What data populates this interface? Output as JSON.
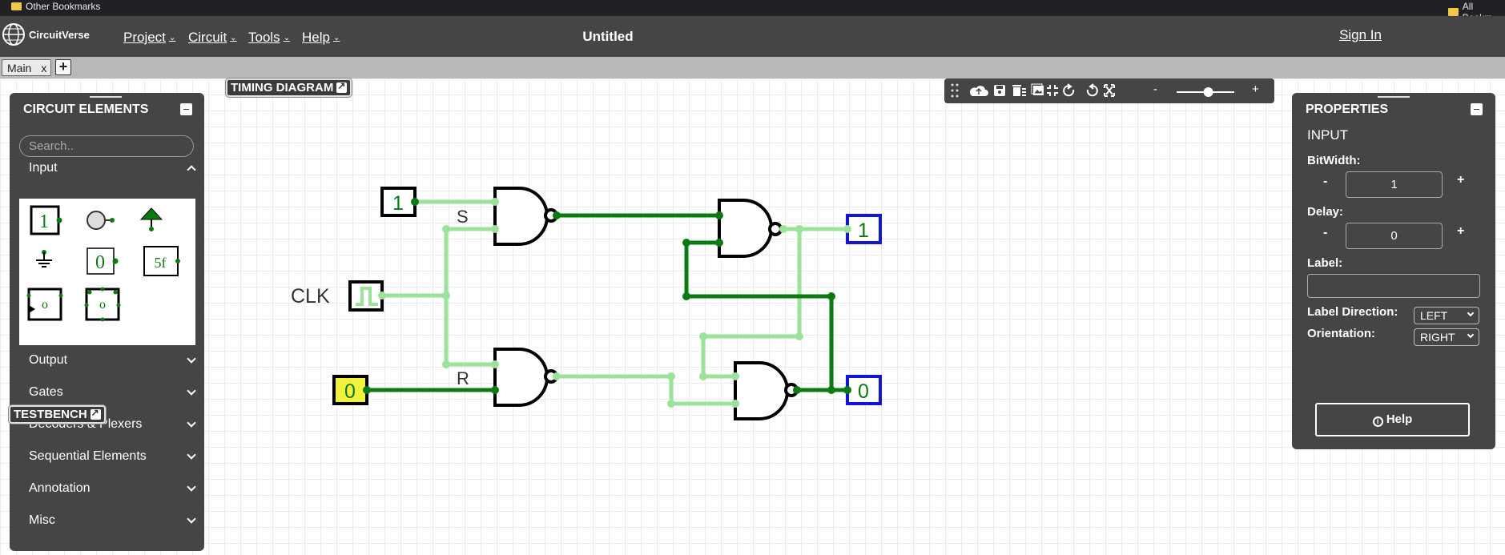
{
  "browser": {
    "bookmark_left": "Other Bookmarks",
    "bookmark_right": "All Bookm"
  },
  "nav": {
    "logo": "CircuitVerse",
    "menus": [
      "Project",
      "Circuit",
      "Tools",
      "Help"
    ],
    "title": "Untitled",
    "sign_in": "Sign In"
  },
  "tabs": {
    "main": "Main",
    "close": "x",
    "add": "+"
  },
  "badges": {
    "timing": "TIMING DIAGRAM",
    "testbench": "TESTBENCH"
  },
  "toolbar": {
    "zoom_minus": "-",
    "zoom_plus": "+",
    "zoom_level": 0.55
  },
  "elements_panel": {
    "title": "CIRCUIT ELEMENTS",
    "search_placeholder": "Search..",
    "categories": [
      "Input",
      "Output",
      "Gates",
      "Decoders & Plexers",
      "Sequential Elements",
      "Annotation",
      "Misc"
    ],
    "input_icons": {
      "const_one": "1",
      "const_zero": "0",
      "const_hex": "5f",
      "rom_a": "o",
      "rom_b": "o"
    }
  },
  "properties": {
    "title": "PROPERTIES",
    "element": "INPUT",
    "bitwidth_label": "BitWidth:",
    "bitwidth": "1",
    "delay_label": "Delay:",
    "delay": "0",
    "minus": "-",
    "plus": "+",
    "label_label": "Label:",
    "label_value": "",
    "label_direction_label": "Label Direction:",
    "label_direction": "LEFT",
    "orientation_label": "Orientation:",
    "orientation": "RIGHT",
    "help": "Help"
  },
  "circuit": {
    "input_s": "1",
    "input_r": "0",
    "label_s": "S",
    "label_r": "R",
    "label_clk": "CLK",
    "output_q": "1",
    "output_qbar": "0",
    "colors": {
      "high": "#0b7a12",
      "low": "#9be39a",
      "output_border": "#1414d6",
      "input_zero_fill": "#f2f23c"
    }
  }
}
